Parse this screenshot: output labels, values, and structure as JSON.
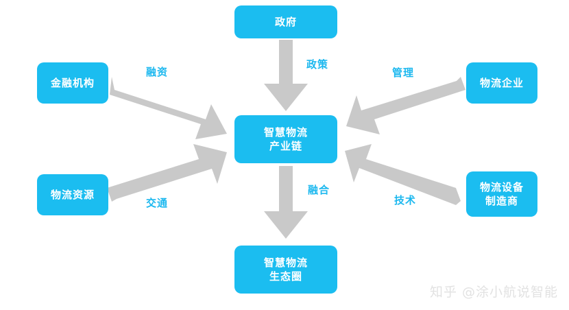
{
  "diagram": {
    "type": "flow-diagram",
    "background_color": "#ffffff",
    "node_color": "#1bbdf0",
    "node_text_color": "#ffffff",
    "arrow_color": "#c9c9c9",
    "label_color": "#1cb8ef",
    "nodes": [
      {
        "id": "government",
        "lines": [
          "政府"
        ]
      },
      {
        "id": "finance",
        "lines": [
          "金融机构"
        ]
      },
      {
        "id": "resource",
        "lines": [
          "物流资源"
        ]
      },
      {
        "id": "enterprise",
        "lines": [
          "物流企业"
        ]
      },
      {
        "id": "equipment",
        "lines": [
          "物流设备",
          "制造商"
        ]
      },
      {
        "id": "core",
        "lines": [
          "智慧物流",
          "产业链"
        ]
      },
      {
        "id": "ecosystem",
        "lines": [
          "智慧物流",
          "生态圈"
        ]
      }
    ],
    "edges": [
      {
        "id": "gov-to-core",
        "from": "government",
        "to": "core",
        "label": "政策"
      },
      {
        "id": "finance-to-core",
        "from": "finance",
        "to": "core",
        "label": "融资"
      },
      {
        "id": "enterprise-to-core",
        "from": "enterprise",
        "to": "core",
        "label": "管理"
      },
      {
        "id": "resource-to-core",
        "from": "resource",
        "to": "core",
        "label": "交通"
      },
      {
        "id": "equipment-to-core",
        "from": "equipment",
        "to": "core",
        "label": "技术"
      },
      {
        "id": "core-to-ecosystem",
        "from": "core",
        "to": "ecosystem",
        "label": "融合"
      }
    ]
  },
  "watermark": {
    "text": "知乎 @涂小航说智能"
  }
}
